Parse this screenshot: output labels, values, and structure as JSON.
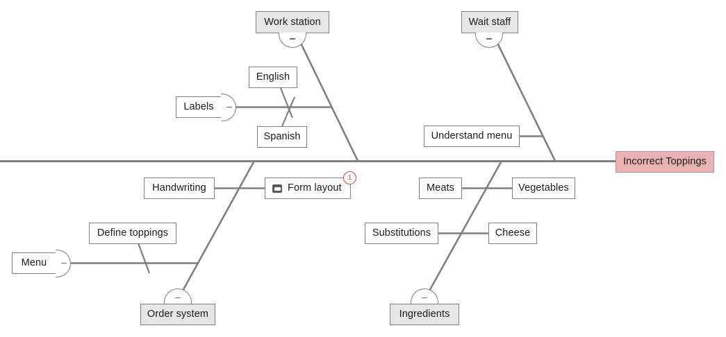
{
  "diagram": {
    "type": "fishbone-ishikawa",
    "effect": {
      "label": "Incorrect Toppings",
      "color": "#e9b3b3"
    },
    "spine_color": "#7f7f7f",
    "categories": [
      {
        "label": "Work station",
        "position": "top",
        "collapse": "-",
        "causes": [
          "Labels",
          "English",
          "Spanish"
        ]
      },
      {
        "label": "Wait staff",
        "position": "top",
        "collapse": "-",
        "causes": [
          "Understand menu"
        ]
      },
      {
        "label": "Order system",
        "position": "bottom",
        "collapse": "-",
        "causes": [
          "Handwriting",
          "Form layout",
          "Define toppings",
          "Menu"
        ]
      },
      {
        "label": "Ingredients",
        "position": "bottom",
        "collapse": "-",
        "causes": [
          "Meats",
          "Vegetables",
          "Substitutions",
          "Cheese"
        ]
      }
    ],
    "nodes": {
      "work_station": "Work station",
      "wait_staff": "Wait staff",
      "english": "English",
      "spanish": "Spanish",
      "labels": "Labels",
      "understand_menu": "Understand menu",
      "handwriting": "Handwriting",
      "form_layout": "Form layout",
      "define_toppings": "Define toppings",
      "menu": "Menu",
      "meats": "Meats",
      "vegetables": "Vegetables",
      "substitutions": "Substitutions",
      "cheese": "Cheese",
      "order_system": "Order system",
      "ingredients": "Ingredients",
      "effect": "Incorrect Toppings"
    },
    "annotations": {
      "form_layout_badge": "1",
      "form_layout_icon": "note-icon"
    },
    "collapse_symbol": "-"
  }
}
